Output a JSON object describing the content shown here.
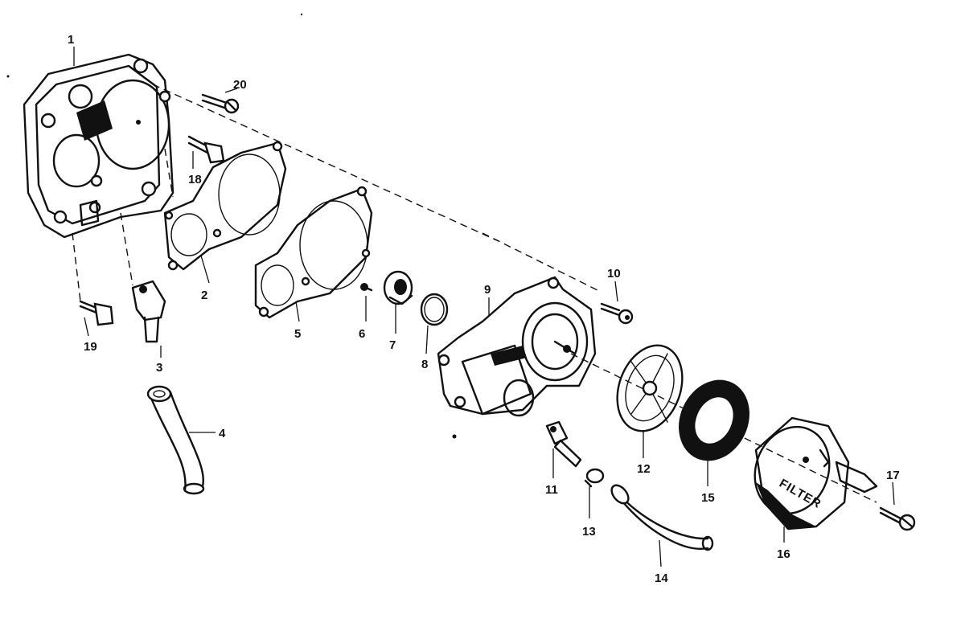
{
  "callouts": [
    "1",
    "2",
    "3",
    "4",
    "5",
    "6",
    "7",
    "8",
    "9",
    "10",
    "11",
    "12",
    "13",
    "14",
    "15",
    "16",
    "17",
    "18",
    "19",
    "20"
  ],
  "filter_text": "FILTER"
}
